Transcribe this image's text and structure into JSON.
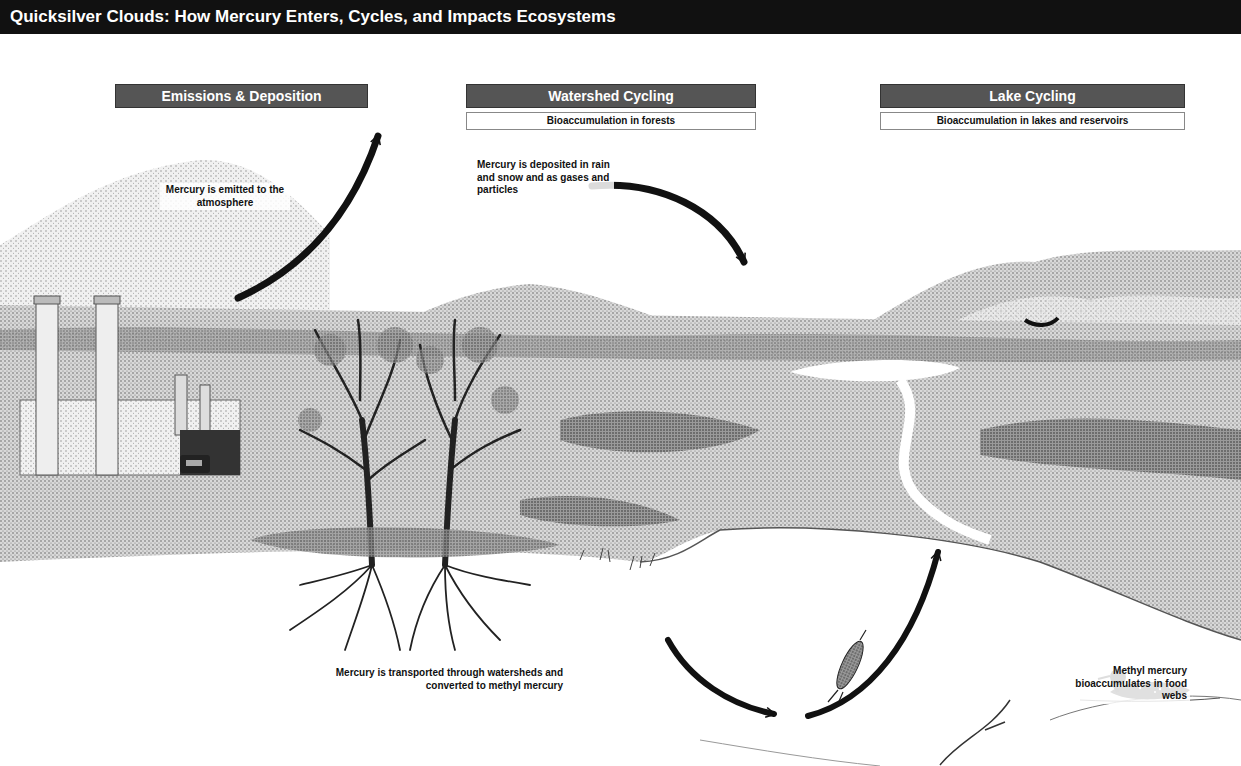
{
  "diagram": {
    "title": "Quicksilver Clouds: How Mercury Enters, Cycles, and Impacts Ecosystems",
    "nodes": [
      {
        "text": [
          "Emissions & Deposition"
        ]
      },
      {
        "text": [
          "Watershed Cycling"
        ]
      },
      {
        "text": [
          "Bioaccumulation in forests"
        ]
      },
      {
        "text": [
          "Lake Cycling"
        ]
      },
      {
        "text": [
          "Bioaccumulation in lakes and reservoirs"
        ]
      }
    ],
    "labels": [
      "Mercury is emitted to the atmosphere",
      "Mercury is deposited in rain and snow and as gases and particles",
      "Mercury is transported through watersheds and converted to methyl mercury",
      "Methyl mercury bioaccumulates in food webs"
    ]
  }
}
